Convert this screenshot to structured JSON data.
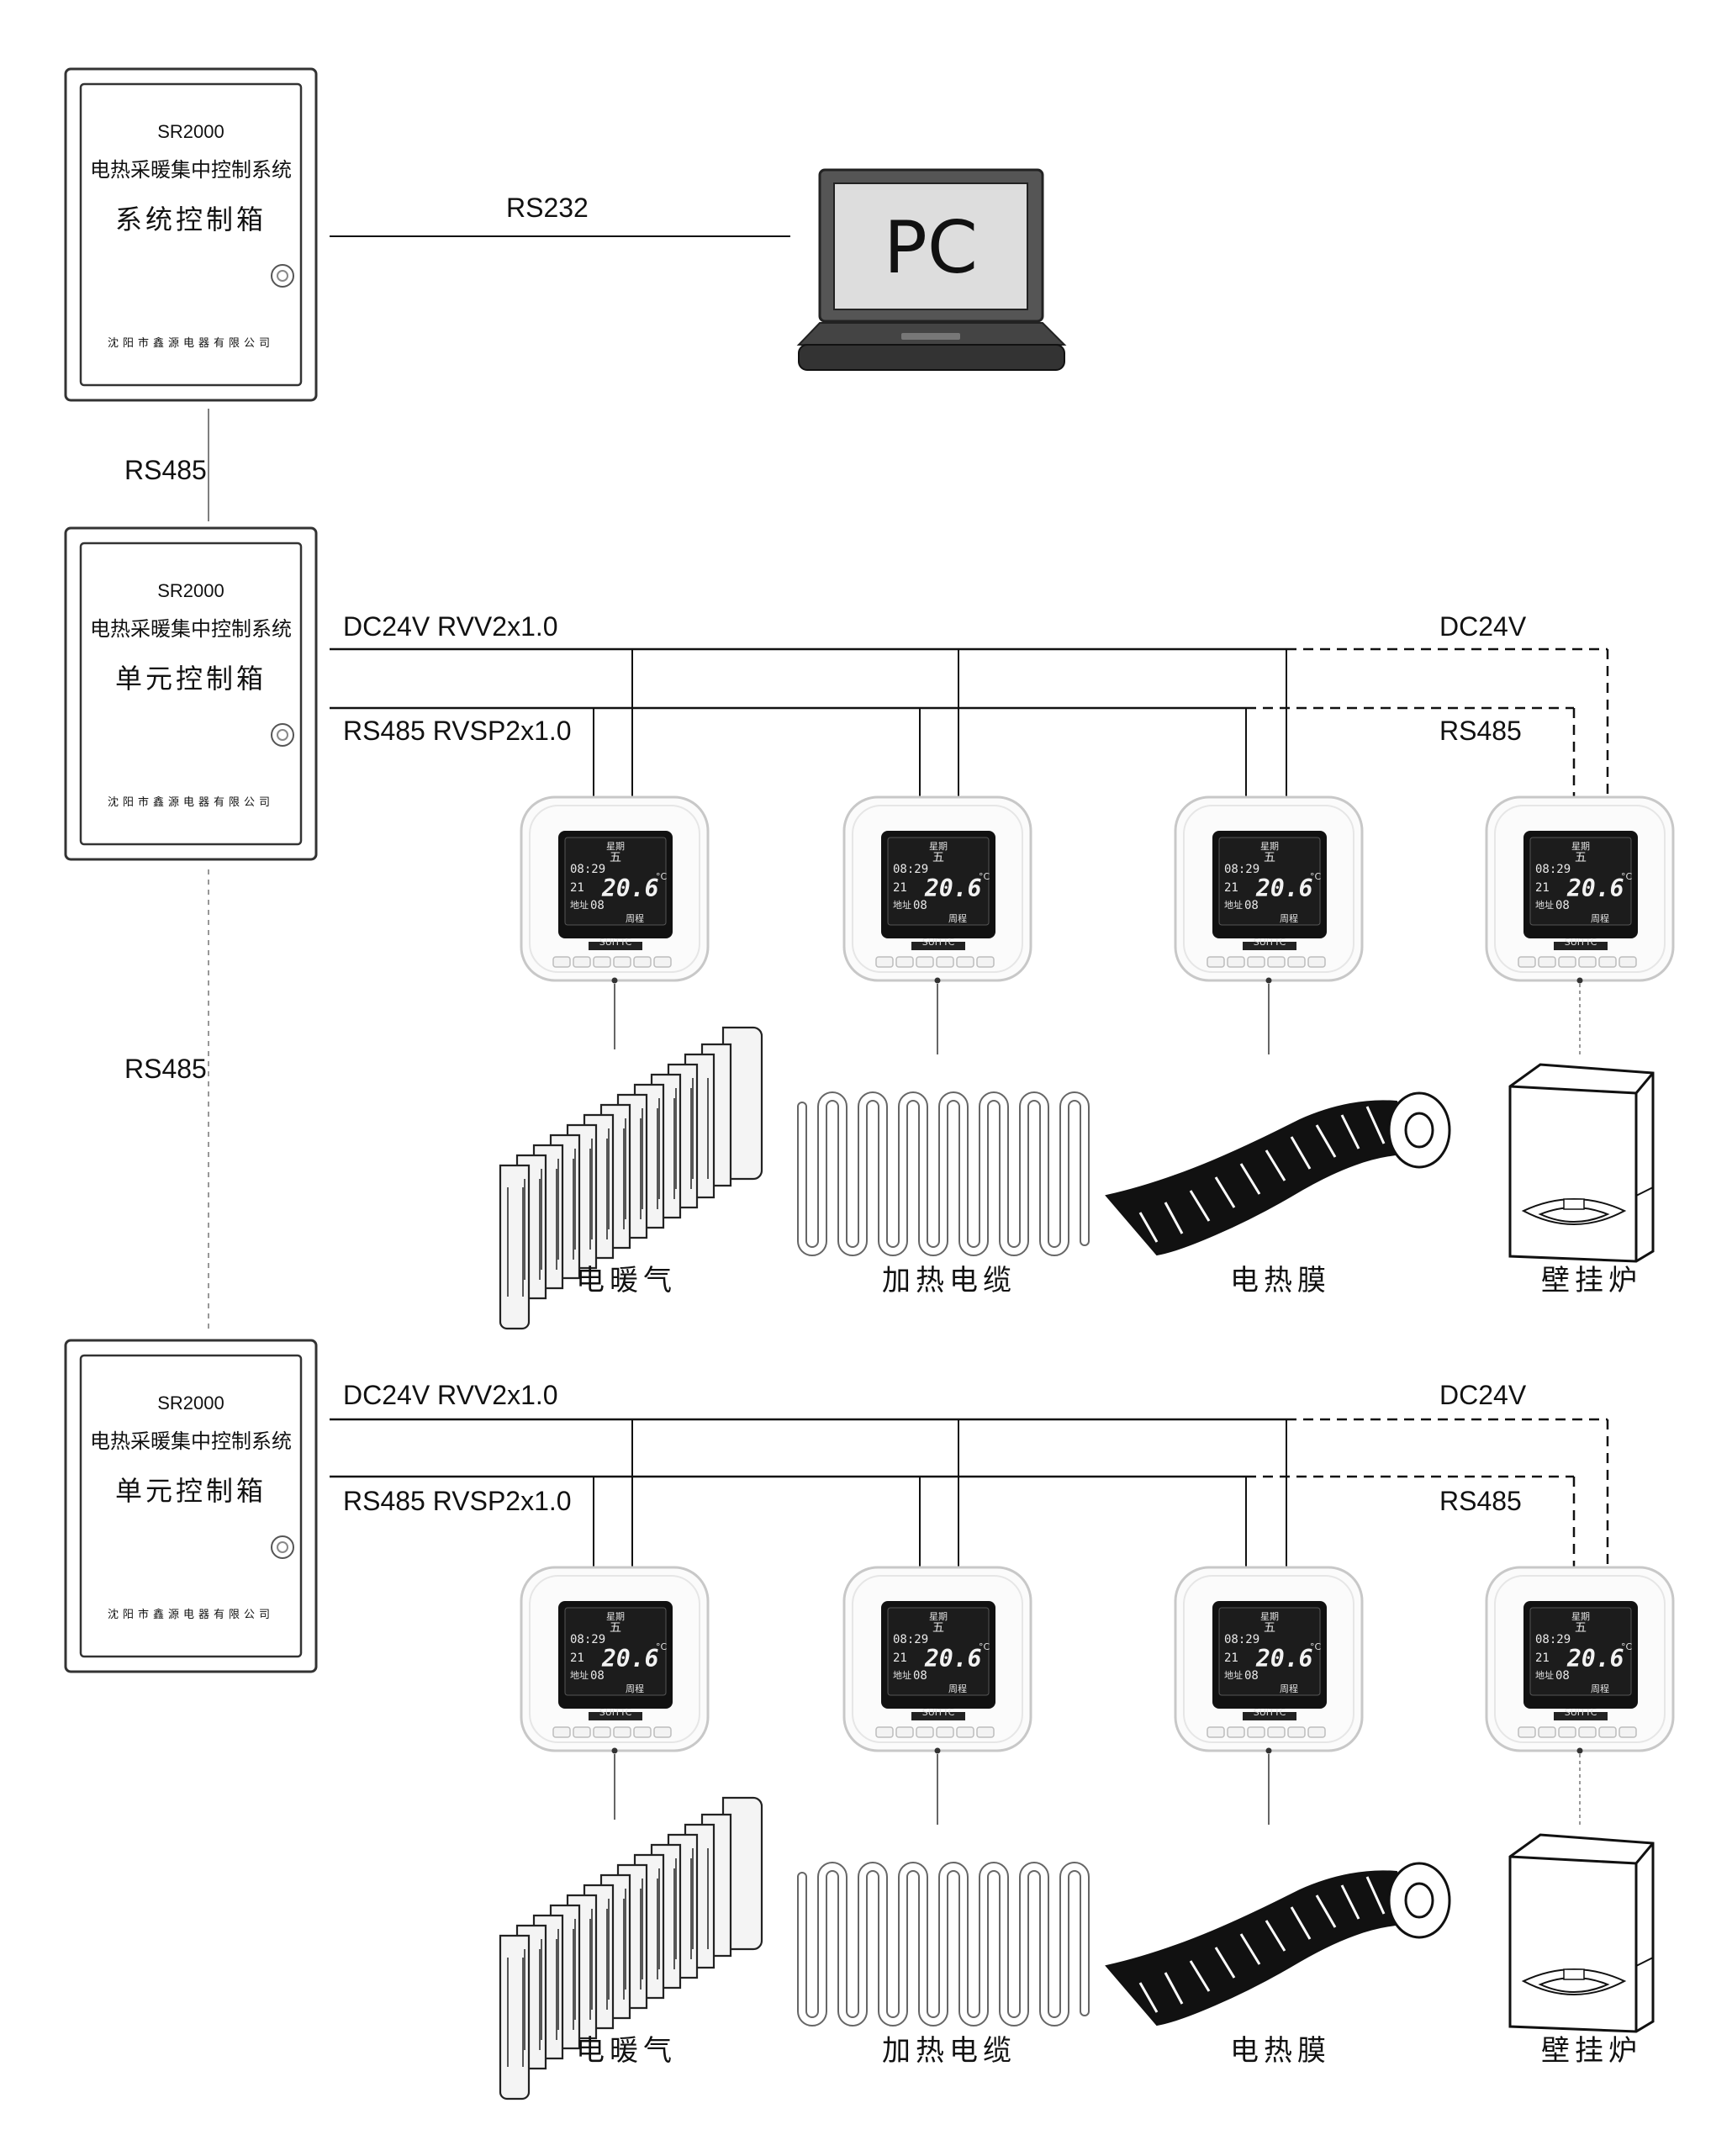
{
  "cabinets": {
    "system": {
      "model": "SR2000",
      "system_name": "电热采暖集中控制系统",
      "name": "系统控制箱",
      "company": "沈阳市鑫源电器有限公司"
    },
    "unit1": {
      "model": "SR2000",
      "system_name": "电热采暖集中控制系统",
      "name": "单元控制箱",
      "company": "沈阳市鑫源电器有限公司"
    },
    "unit2": {
      "model": "SR2000",
      "system_name": "电热采暖集中控制系统",
      "name": "单元控制箱",
      "company": "沈阳市鑫源电器有限公司"
    }
  },
  "pc": {
    "label": "PC"
  },
  "links": {
    "rs232": "RS232",
    "rs485_top": "RS485",
    "rs485_mid": "RS485"
  },
  "bus": {
    "power": "DC24V  RVV2x1.0",
    "signal": "RS485  RVSP2x1.0",
    "power_ext": "DC24V",
    "signal_ext": "RS485"
  },
  "thermostat_display": {
    "top": "星期",
    "weekday": "五",
    "time": "08:29",
    "setpoint": "21",
    "unit": "°C",
    "temperature": "20.6",
    "address_label": "地址",
    "address": "08",
    "mode": "周程",
    "brand": "SUITTC"
  },
  "devices": [
    "电暖气",
    "加热电缆",
    "电热膜",
    "壁挂炉"
  ],
  "colors": {
    "line": "#111111",
    "cabinet_frame": "#333333",
    "lcd_bg": "#111111",
    "panel": "#f7f7f7"
  }
}
